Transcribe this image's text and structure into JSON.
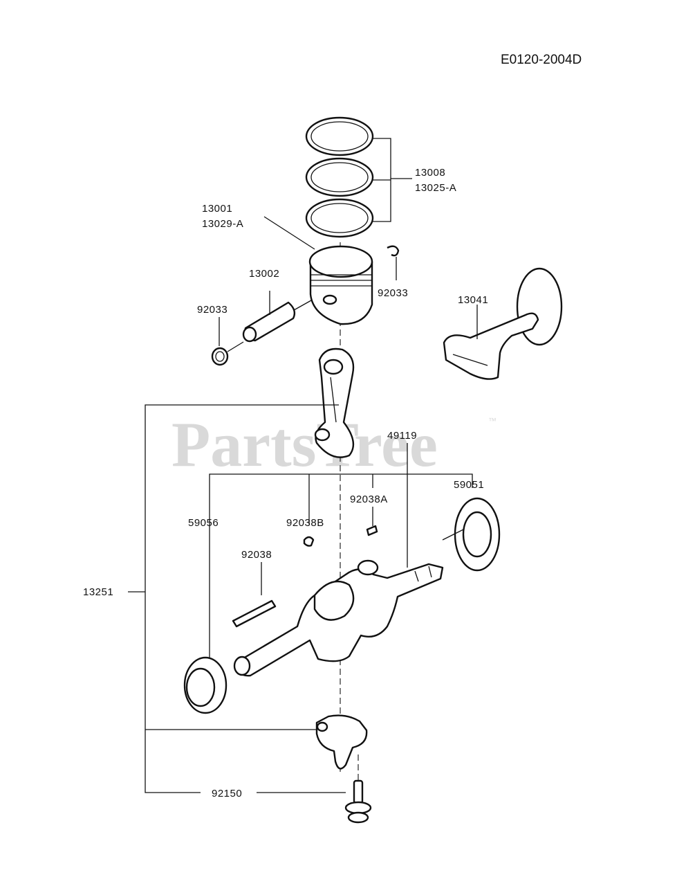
{
  "diagram_code": "E0120-2004D",
  "watermark": {
    "text": "PartsTree",
    "trademark": "™"
  },
  "labels": {
    "p13001": "13001",
    "p13029a": "13029-A",
    "p13008": "13008",
    "p13025a": "13025-A",
    "p13002": "13002",
    "p92033_left": "92033",
    "p92033_right": "92033",
    "p13041": "13041",
    "p49119": "49119",
    "p59051": "59051",
    "p92038a": "92038A",
    "p92038b": "92038B",
    "p59056": "59056",
    "p92038": "92038",
    "p13251": "13251",
    "p92150": "92150"
  }
}
